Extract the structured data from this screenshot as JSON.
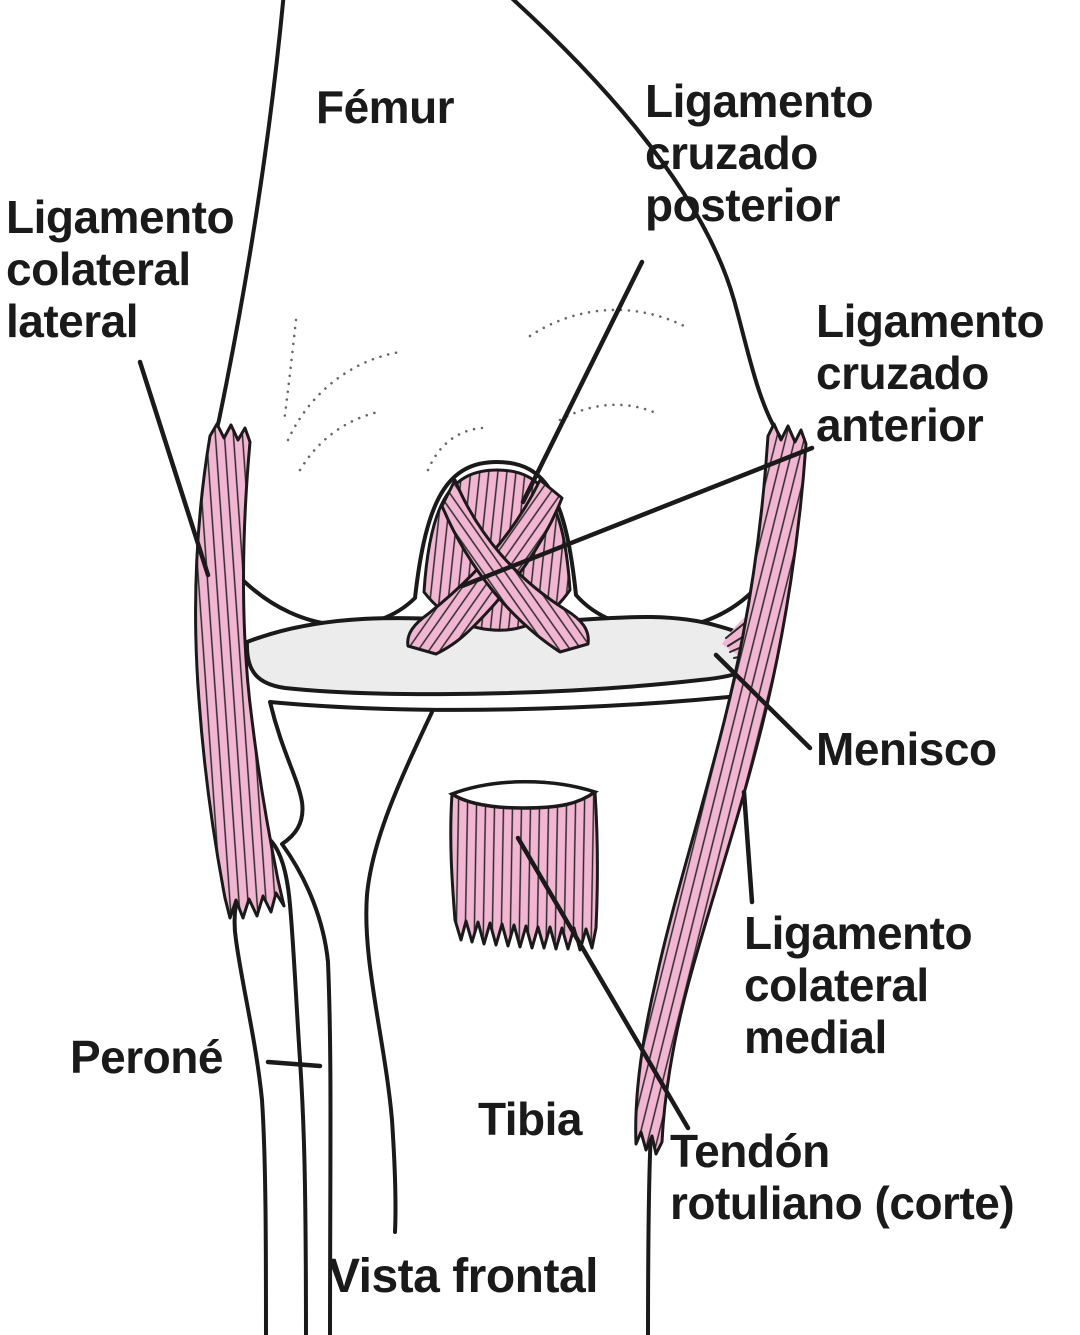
{
  "figure": {
    "caption": "Vista frontal",
    "labels": {
      "femur": "Fémur",
      "ligamento_cruzado_posterior": "Ligamento\ncruzado\nposterior",
      "ligamento_colateral_lateral": "Ligamento\ncolateral\nlateral",
      "ligamento_cruzado_anterior": "Ligamento\ncruzado\nanterior",
      "menisco": "Menisco",
      "ligamento_colateral_medial": "Ligamento\ncolateral\nmedial",
      "perone": "Peroné",
      "tibia": "Tibia",
      "tendon_rotuliano": "Tendón\nrotuliano (corte)"
    },
    "colors": {
      "ligament_pink": "#f2b6d2",
      "line_black": "#1a1a1a",
      "meniscus_gray": "#ececec",
      "bone_white": "#ffffff"
    }
  }
}
